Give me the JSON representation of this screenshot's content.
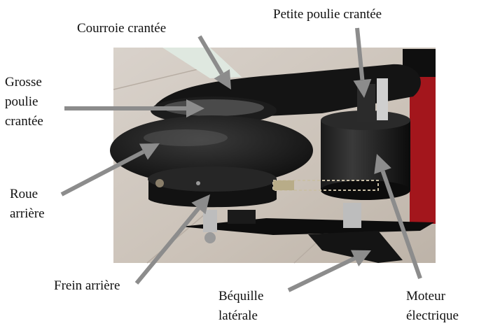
{
  "labels": {
    "courroie": "Courroie crantée",
    "petite_poulie": "Petite poulie crantée",
    "grosse_poulie": "Grosse\npoulie\ncrantée",
    "roue": "Roue\narrière",
    "frein": "Frein arrière",
    "bequille": "Béquille\nlatérale",
    "moteur": "Moteur\nélectrique"
  },
  "colors": {
    "arrow": "#8c8c8c",
    "photo_floor": "#cfc6bd",
    "photo_dark": "#151515",
    "frame_red": "#a3161c"
  }
}
